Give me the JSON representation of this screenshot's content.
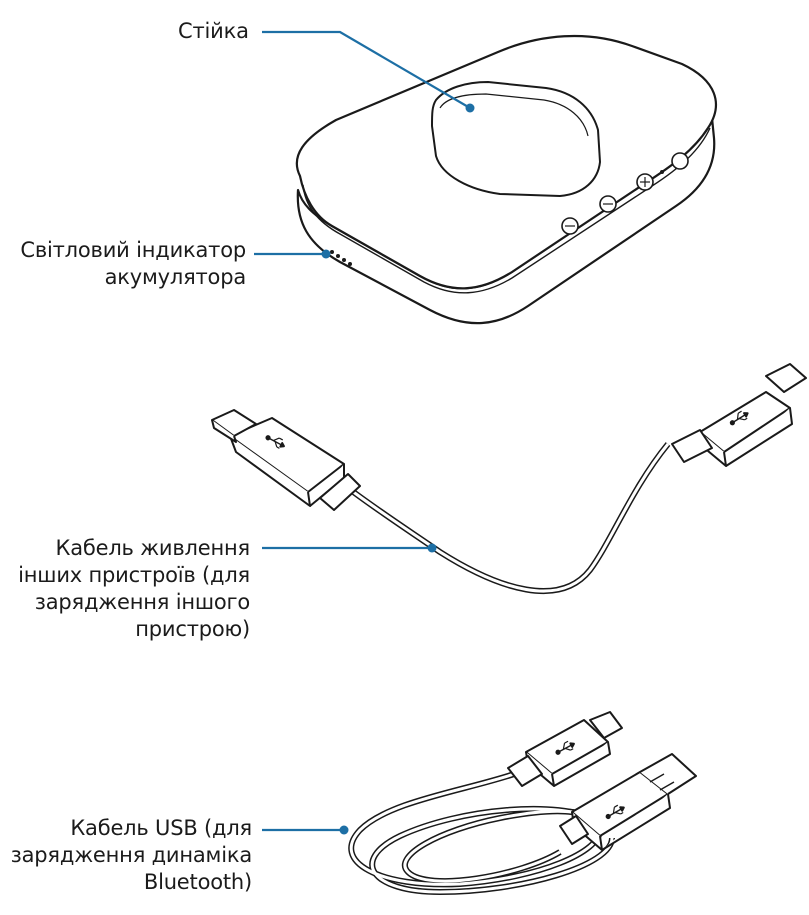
{
  "labels": {
    "stand": "Стійка",
    "battery_indicator": [
      "Світловий індикатор",
      "акумулятора"
    ],
    "power_cable": [
      "Кабель живлення",
      "інших пристроїв (для",
      "зарядження іншого",
      "пристрою)"
    ],
    "usb_cable": [
      "Кабель USB (для",
      "зарядження динаміка",
      "Bluetooth)"
    ]
  },
  "colors": {
    "leader_line": "#1d6fa5",
    "outline": "#1a1a1a"
  }
}
